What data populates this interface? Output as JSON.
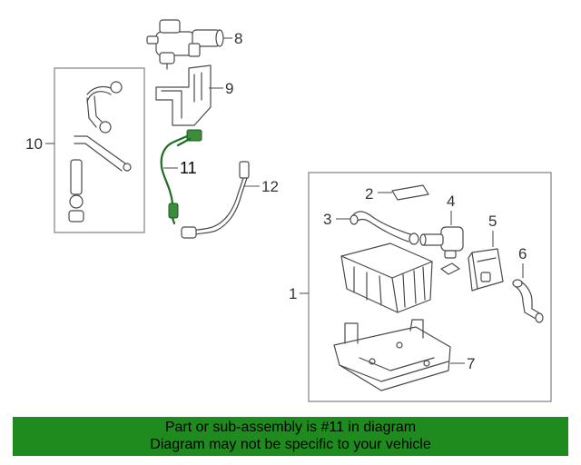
{
  "diagram": {
    "callouts": {
      "c1": "1",
      "c2": "2",
      "c3": "3",
      "c4": "4",
      "c5": "5",
      "c6": "6",
      "c7": "7",
      "c8": "8",
      "c9": "9",
      "c10": "10",
      "c11": "11",
      "c12": "12"
    },
    "highlight_color": "#1f8b1f"
  },
  "banner": {
    "line1": "Part or sub-assembly is #11 in diagram",
    "line2": "Diagram may not be specific to your vehicle",
    "background": "#1f8b1f"
  }
}
